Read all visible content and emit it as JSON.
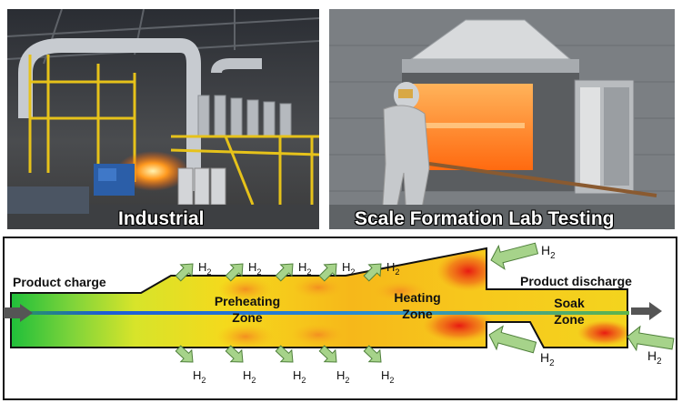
{
  "photos": {
    "left_caption": "Industrial",
    "right_caption": "Scale Formation Lab Testing"
  },
  "diagram": {
    "product_charge": "Product charge",
    "product_discharge": "Product discharge",
    "zones": {
      "preheating_line1": "Preheating",
      "preheating_line2": "Zone",
      "heating_line1": "Heating",
      "heating_line2": "Zone",
      "soak_line1": "Soak",
      "soak_line2": "Zone"
    },
    "burner_symbol": "H",
    "burner_subscript": "2",
    "colors": {
      "cold": "#1fbf3a",
      "warm": "#f5e21c",
      "hot": "#e81a12",
      "flow_arrow": "#a6d38a",
      "product_line": "#1e5bd6"
    }
  }
}
